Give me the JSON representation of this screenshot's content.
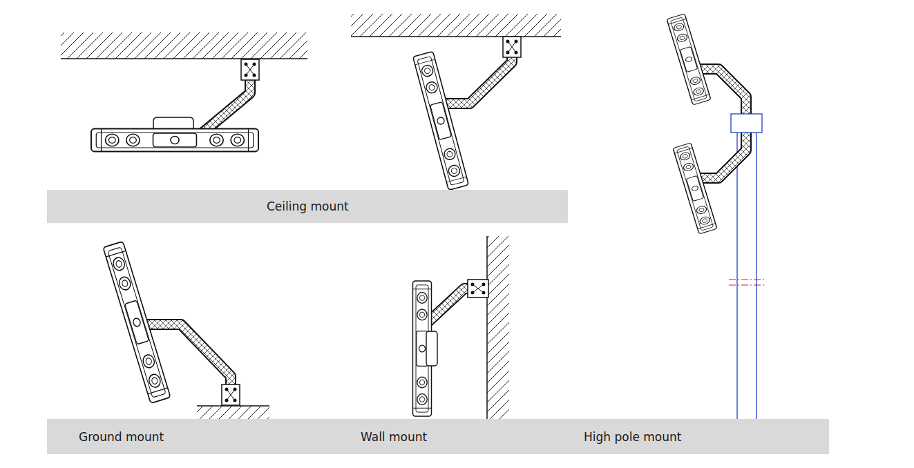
{
  "diagram": {
    "nodes": [
      {
        "text": [
          "Ceiling mount"
        ]
      },
      {
        "text": [
          "Ground mount",
          "Wall mount",
          "High pole mount"
        ]
      }
    ]
  }
}
